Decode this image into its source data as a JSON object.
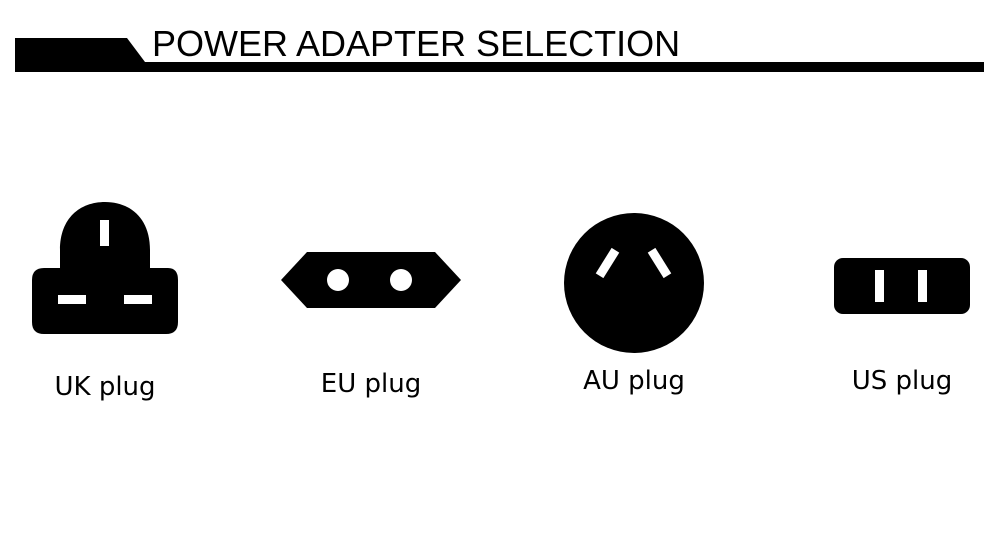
{
  "page": {
    "title": "POWER ADAPTER SELECTION",
    "accent_color": "#000000",
    "background_color": "#ffffff"
  },
  "plugs": [
    {
      "label": "UK plug",
      "icon": "uk-plug-icon"
    },
    {
      "label": "EU plug",
      "icon": "eu-plug-icon"
    },
    {
      "label": "AU plug",
      "icon": "au-plug-icon"
    },
    {
      "label": "US plug",
      "icon": "us-plug-icon"
    }
  ]
}
